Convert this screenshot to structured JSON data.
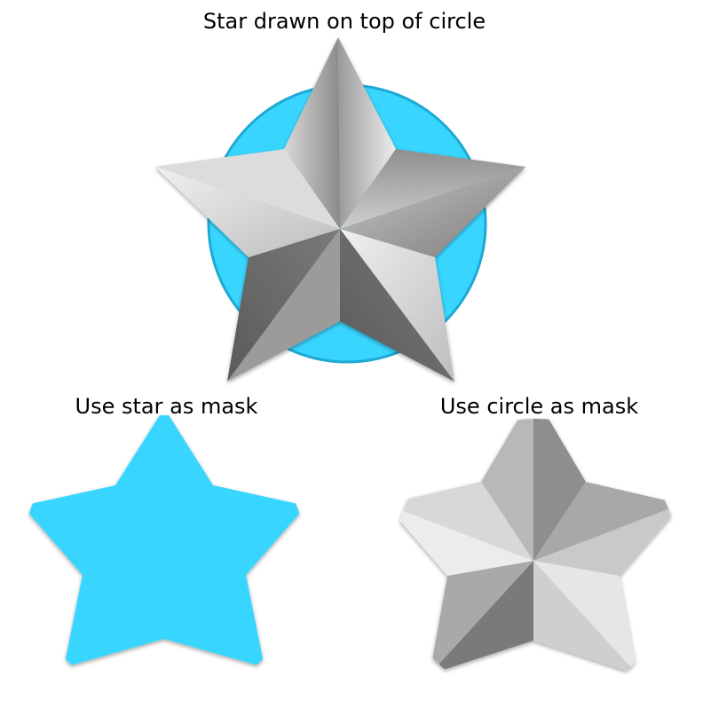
{
  "labels": {
    "top": "Star drawn on top of circle",
    "left": "Use star as mask",
    "right": "Use circle as mask"
  },
  "colors": {
    "circle_fill": "#38d6ff",
    "circle_edge": "#1ea9d4",
    "metal_light": "#eeeeee",
    "metal_dark": "#6a6a6a",
    "background": "#ffffff"
  }
}
